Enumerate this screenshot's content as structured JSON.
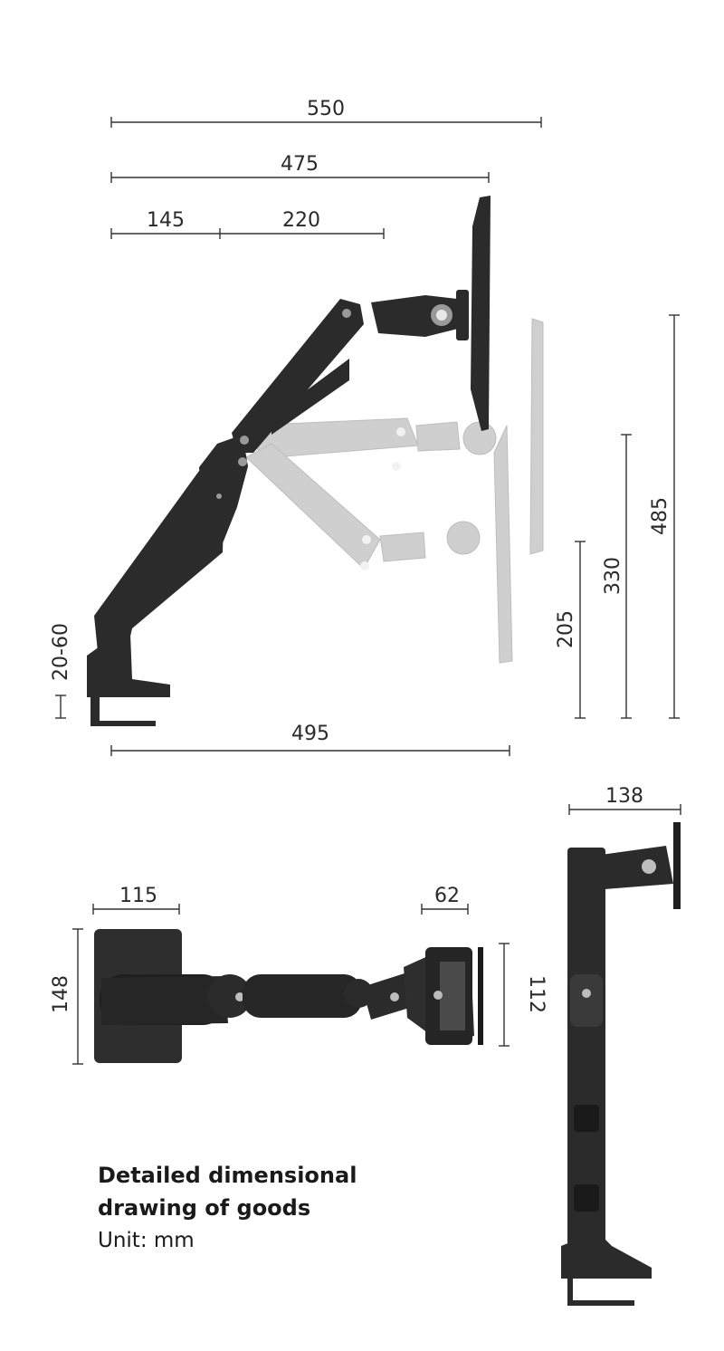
{
  "colors": {
    "product": "#2b2b2b",
    "ghost": "#c8c8c8",
    "line": "#333333",
    "text": "#2a2a2a"
  },
  "side_view": {
    "dims": {
      "max_reach": "550",
      "reach_475": "475",
      "arm_145": "145",
      "arm_220": "220",
      "base_495": "495",
      "clamp": "20-60",
      "h205": "205",
      "h330": "330",
      "h485": "485"
    }
  },
  "top_view": {
    "dims": {
      "plate_width": "115",
      "plate_height": "148",
      "head_62": "62",
      "head_112": "112"
    }
  },
  "front_view": {
    "dims": {
      "depth_138": "138"
    }
  },
  "caption": {
    "title_line1": "Detailed dimensional",
    "title_line2": "drawing of goods",
    "unit": "Unit: mm"
  }
}
